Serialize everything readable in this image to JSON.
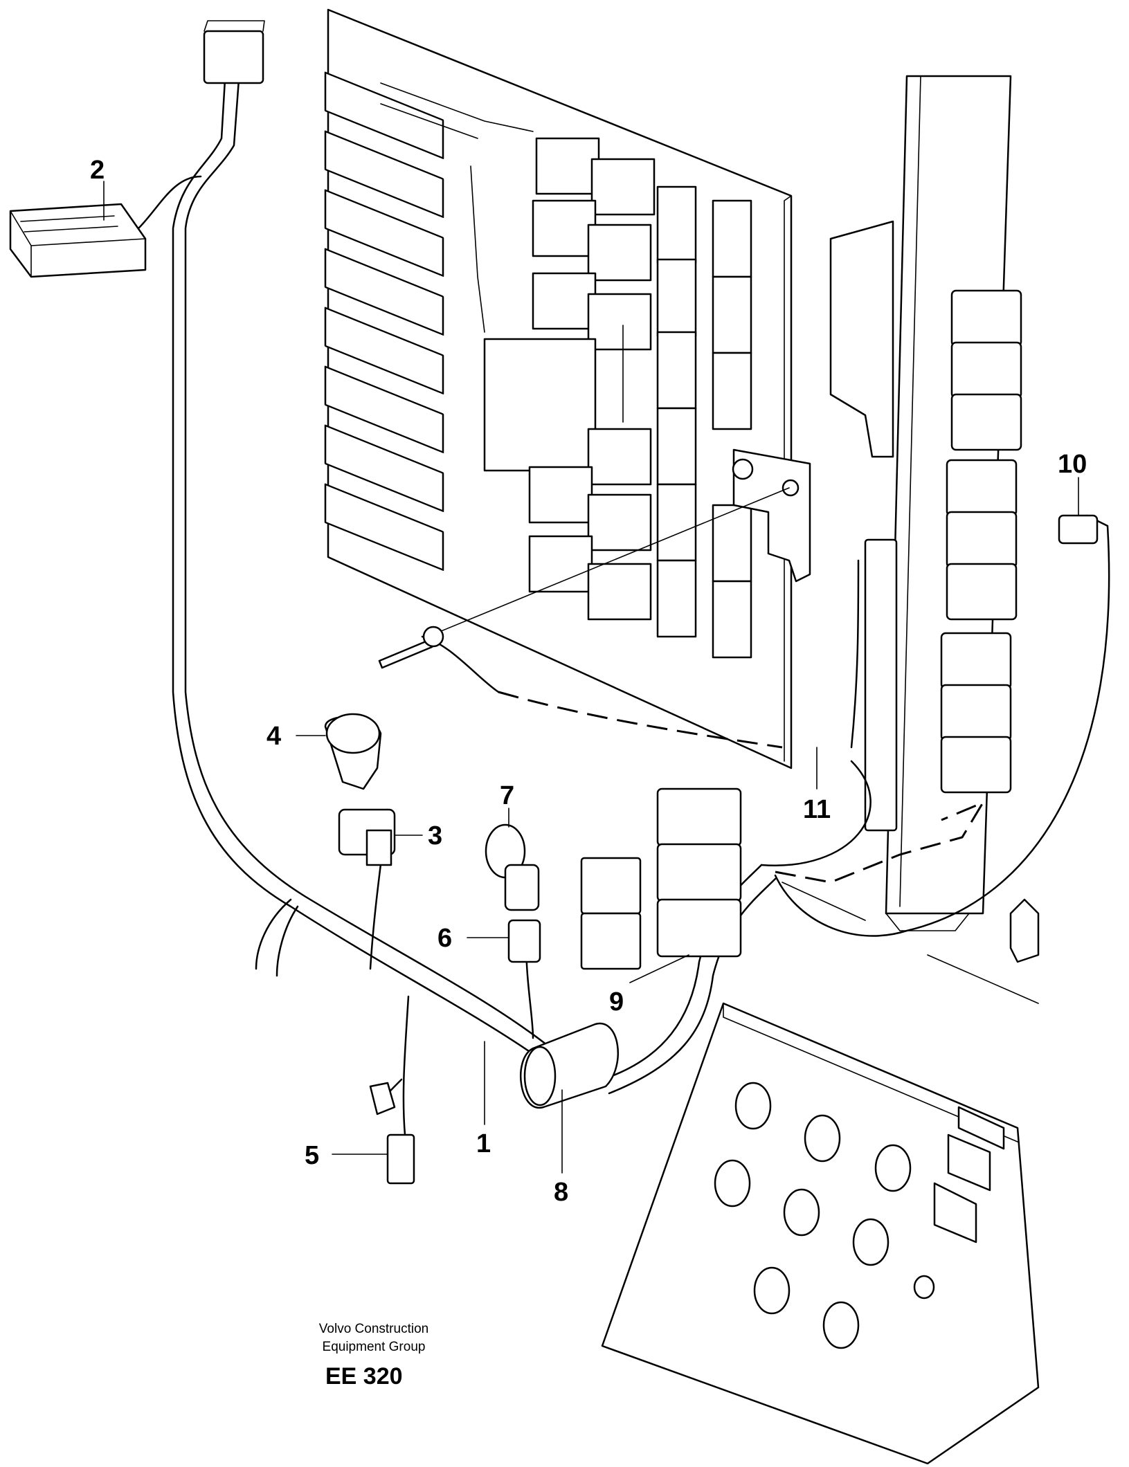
{
  "callouts": [
    {
      "id": "1",
      "label": "1"
    },
    {
      "id": "2",
      "label": "2"
    },
    {
      "id": "3",
      "label": "3"
    },
    {
      "id": "4",
      "label": "4"
    },
    {
      "id": "5",
      "label": "5"
    },
    {
      "id": "6",
      "label": "6"
    },
    {
      "id": "7",
      "label": "7"
    },
    {
      "id": "8",
      "label": "8"
    },
    {
      "id": "9",
      "label": "9"
    },
    {
      "id": "10",
      "label": "10"
    },
    {
      "id": "11",
      "label": "11"
    }
  ],
  "footer": {
    "company_line1": "Volvo Construction",
    "company_line2": "Equipment Group",
    "drawing_code": "EE 320"
  }
}
